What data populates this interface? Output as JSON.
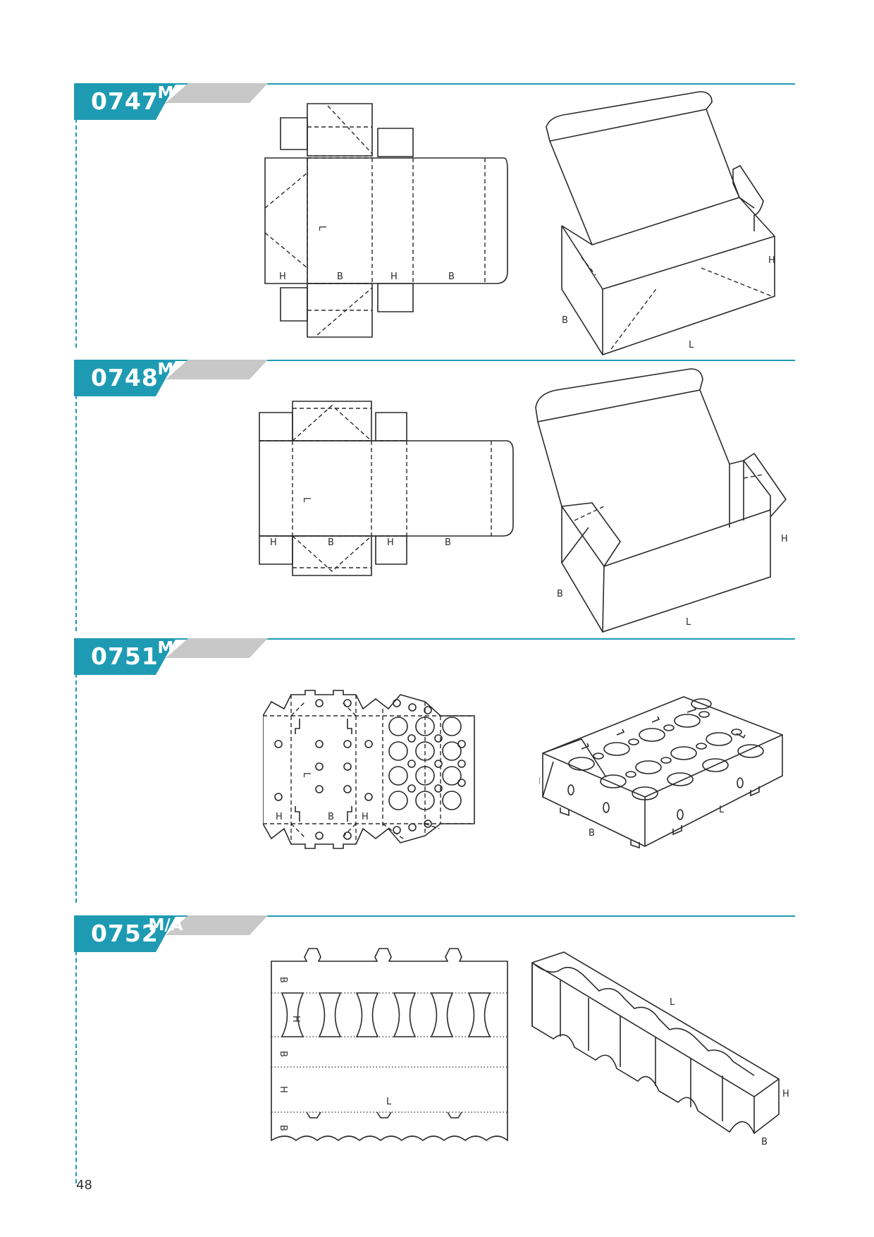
{
  "sections": [
    {
      "code": "0747",
      "grade": "M",
      "net_labels": {
        "l": "L",
        "h1": "H",
        "b1": "B",
        "h2": "H",
        "b2": "B"
      },
      "box_labels": {
        "h": "H",
        "b": "B",
        "l": "L"
      }
    },
    {
      "code": "0748",
      "grade": "M",
      "net_labels": {
        "l": "L",
        "h1": "H",
        "b1": "B",
        "h2": "H",
        "b2": "B"
      },
      "box_labels": {
        "h": "H",
        "b": "B",
        "l": "L"
      }
    },
    {
      "code": "0751",
      "grade": "M",
      "net_labels": {
        "l": "L",
        "h1": "H",
        "b1": "B",
        "h2": "H"
      },
      "box_labels": {
        "h": "H",
        "b": "B",
        "l": "L"
      }
    },
    {
      "code": "0752",
      "grade": "M/A",
      "net_labels": {
        "b1": "B",
        "h1": "H",
        "b2": "B",
        "h2": "H",
        "l": "L",
        "b3": "B"
      },
      "box_labels": {
        "l": "L",
        "h": "H",
        "b": "B"
      }
    }
  ],
  "page_number": "48"
}
